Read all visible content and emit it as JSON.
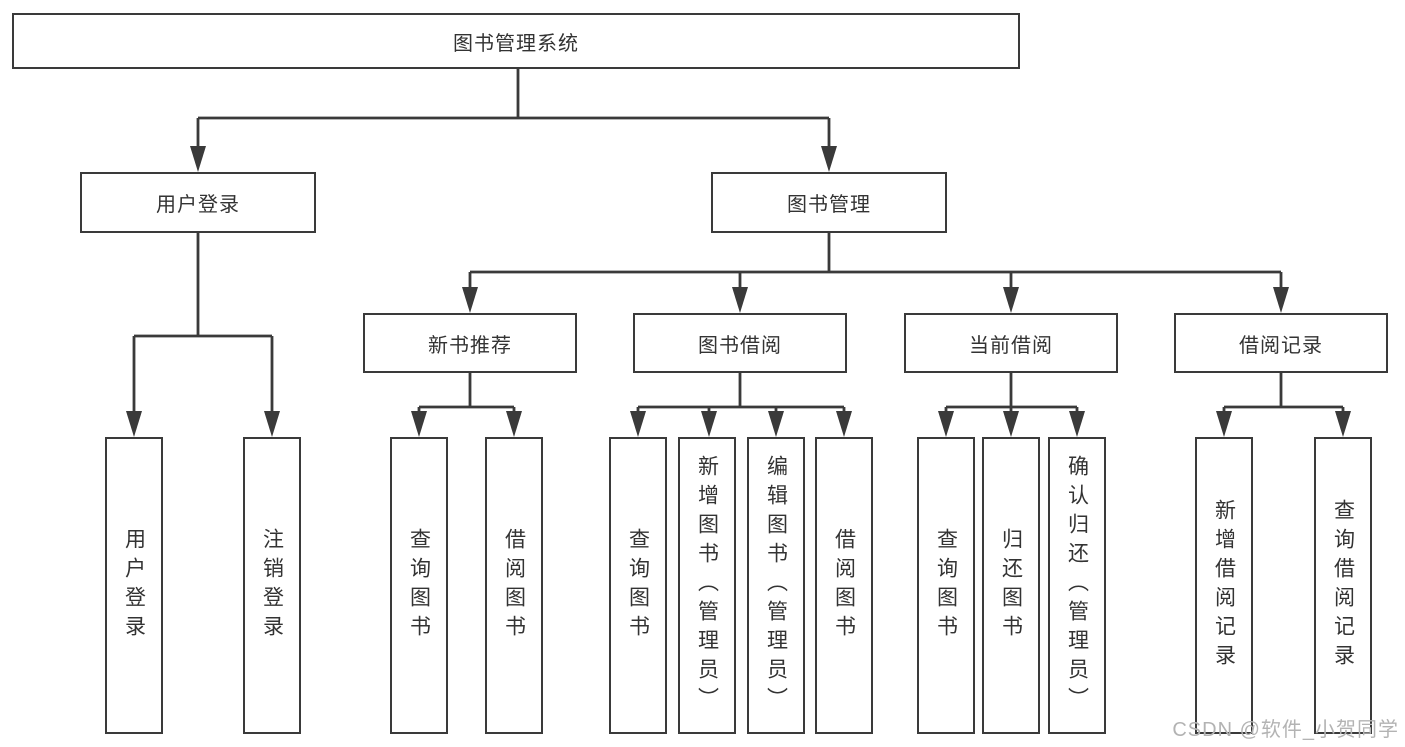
{
  "diagram": {
    "title": "图书管理系统",
    "nodes": {
      "root": {
        "label": "图书管理系统"
      },
      "level1": [
        {
          "label": "用户登录"
        },
        {
          "label": "图书管理"
        }
      ],
      "level2": [
        {
          "label": "新书推荐"
        },
        {
          "label": "图书借阅"
        },
        {
          "label": "当前借阅"
        },
        {
          "label": "借阅记录"
        }
      ],
      "leaves": [
        {
          "label": "用户登录",
          "parent": "用户登录"
        },
        {
          "label": "注销登录",
          "parent": "用户登录"
        },
        {
          "label": "查询图书",
          "parent": "新书推荐"
        },
        {
          "label": "借阅图书",
          "parent": "新书推荐"
        },
        {
          "label": "查询图书",
          "parent": "图书借阅"
        },
        {
          "label": "新增图书（管理员）",
          "parent": "图书借阅"
        },
        {
          "label": "编辑图书（管理员）",
          "parent": "图书借阅"
        },
        {
          "label": "借阅图书",
          "parent": "图书借阅"
        },
        {
          "label": "查询图书",
          "parent": "当前借阅"
        },
        {
          "label": "归还图书",
          "parent": "当前借阅"
        },
        {
          "label": "确认归还（管理员）",
          "parent": "当前借阅"
        },
        {
          "label": "新增借阅记录",
          "parent": "借阅记录"
        },
        {
          "label": "查询借阅记录",
          "parent": "借阅记录"
        }
      ]
    },
    "colors": {
      "line": "#3a3a3a",
      "text": "#333333",
      "background": "#ffffff",
      "watermark": "#b3b3b3"
    }
  },
  "watermark": {
    "text": "CSDN @软件_小贺同学"
  }
}
